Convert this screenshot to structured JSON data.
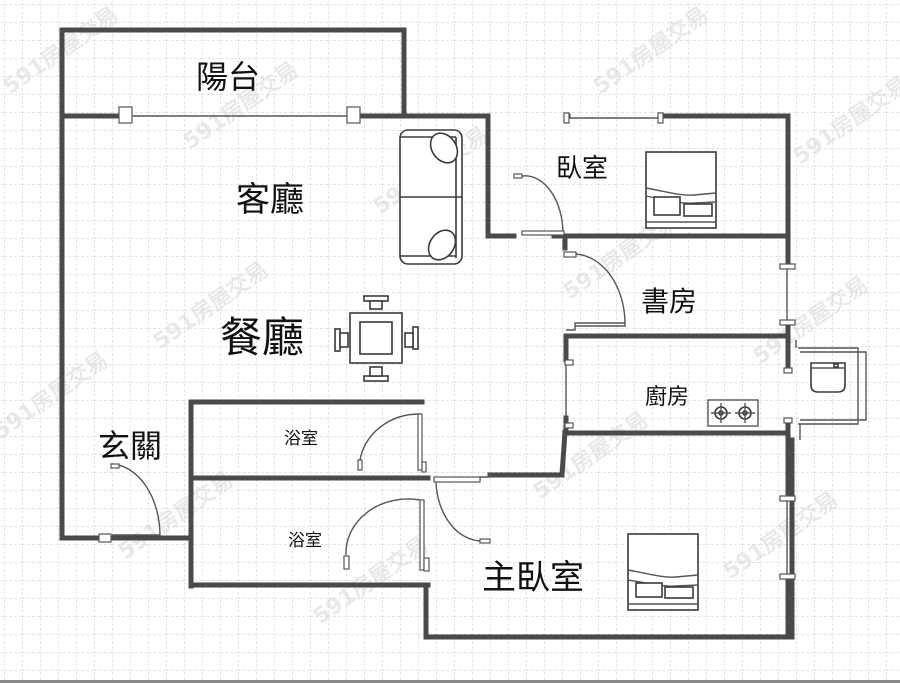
{
  "floorplan": {
    "rooms": {
      "balcony": "陽台",
      "living_room": "客廳",
      "dining_room": "餐廳",
      "bedroom": "臥室",
      "study": "書房",
      "kitchen": "廚房",
      "entrance": "玄關",
      "bathroom_1": "浴室",
      "bathroom_2": "浴室",
      "master_bedroom": "主臥室"
    },
    "watermark": "591房屋交易",
    "colors": {
      "wall": "#4a4a4a",
      "grid": "#c8c8c8",
      "background": "#ffffff"
    }
  }
}
